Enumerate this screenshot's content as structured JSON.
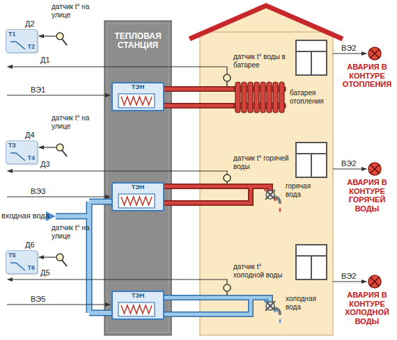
{
  "diagram": {
    "nodes": [
      {
        "text": [
          "T1",
          "T2"
        ]
      },
      {
        "text": [
          "ТЕПЛОВАЯ СТАНЦИЯ"
        ]
      },
      {
        "text": [
          "ТЭН"
        ],
        "in": 1
      },
      {
        "text": [
          "T3",
          "T4"
        ]
      },
      {
        "text": [
          "ТЭН"
        ],
        "in": 1
      },
      {
        "text": [
          "T5",
          "T6"
        ]
      },
      {
        "text": [
          "ТЭН"
        ],
        "in": 1
      }
    ],
    "labels": [
      "датчик t° на улице",
      "Д2",
      "Д1",
      "ВЭ1",
      "датчик t° на улице",
      "Д4",
      "Д3",
      "ВЭ3",
      "входная вода",
      "датчик t° на улице",
      "Д6",
      "Д5",
      "ВЭ5",
      "датчик t° воды в батарее",
      "батарея отопления",
      "датчик t° горячей воды",
      "горячая вода",
      "датчик t° холодной воды",
      "холодная вода",
      "ВЭ2",
      "АВАРИЯ В КОНТУРЕ ОТОПЛЕНИЯ",
      "ВЭ2",
      "АВАРИЯ В КОНТУРЕ ГОРЯЧЕЙ ВОДЫ",
      "ВЭ2",
      "АВАРИЯ В КОНТУРЕ ХОЛОДНОЙ ВОДЫ"
    ]
  }
}
